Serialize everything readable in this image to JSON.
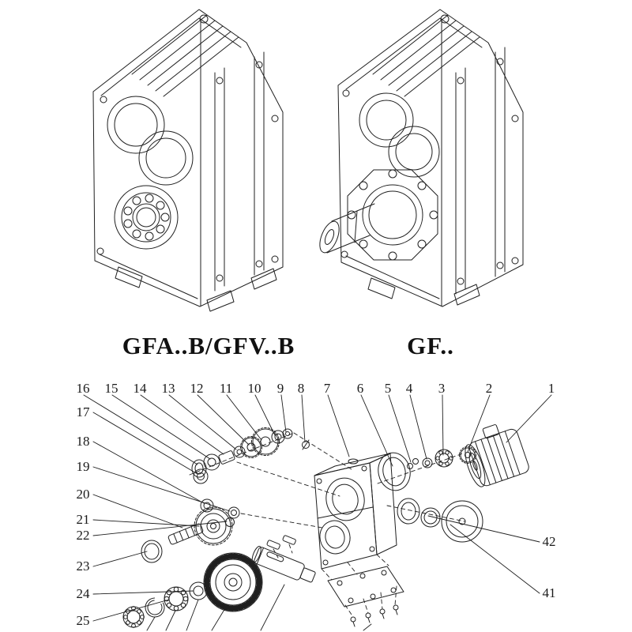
{
  "page": {
    "background": "#ffffff",
    "line_color": "#1f1f1f"
  },
  "models": {
    "left_label": "GFA..B/GFV..B",
    "right_label": "GF.."
  },
  "callouts": {
    "top": [
      "16",
      "15",
      "14",
      "13",
      "12",
      "11",
      "10",
      "9",
      "8",
      "7",
      "6",
      "5",
      "4",
      "3",
      "2",
      "1"
    ],
    "left": [
      "17",
      "18",
      "19",
      "20",
      "21",
      "22",
      "23",
      "24",
      "25"
    ],
    "right": [
      "42",
      "41"
    ]
  }
}
